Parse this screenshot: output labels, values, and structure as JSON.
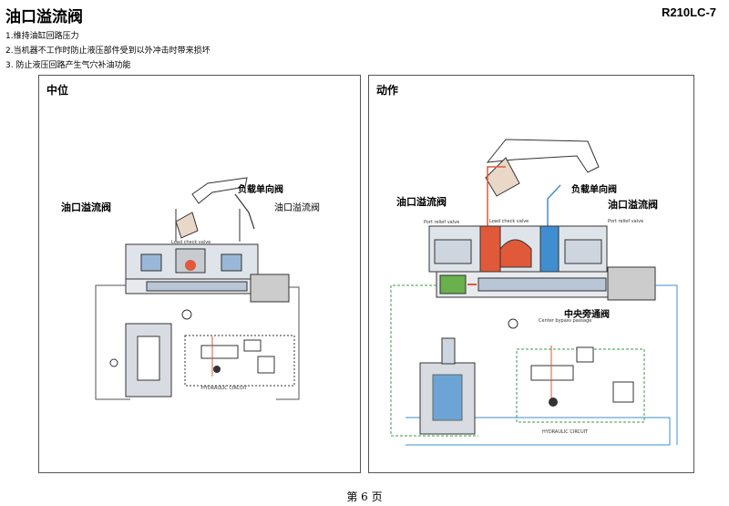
{
  "page": {
    "title": "油口溢流阀",
    "model": "R210LC-7",
    "lines": [
      "1.维持油缸回路压力",
      "2.当机器不工作时防止液压部件受到以外冲击时带来损坏",
      "3. 防止液压回路产生气穴补油功能"
    ],
    "footer": "第 6 页"
  },
  "left_panel": {
    "heading": "中位",
    "label_left": "油口溢流阀",
    "label_check": "负载单向阀",
    "label_right": "油口溢流阀",
    "small_check": "Load check valve",
    "circuit": "HYDRAULIC CIRCUIT"
  },
  "right_panel": {
    "heading": "动作",
    "label_left": "油口溢流阀",
    "label_check": "负载单向阀",
    "label_right": "油口溢流阀",
    "label_bypass": "中央旁通阀",
    "small_port_left": "Port relief valve",
    "small_check": "Load check valve",
    "small_port_right": "Port relief valve",
    "small_bypass": "Center bypass passage",
    "circuit": "HYDRAULIC CIRCUIT"
  },
  "colors": {
    "red": "#e05a3a",
    "blue": "#3f8fd0",
    "green": "#3a9a4a",
    "steel": "#5a6a7a"
  }
}
